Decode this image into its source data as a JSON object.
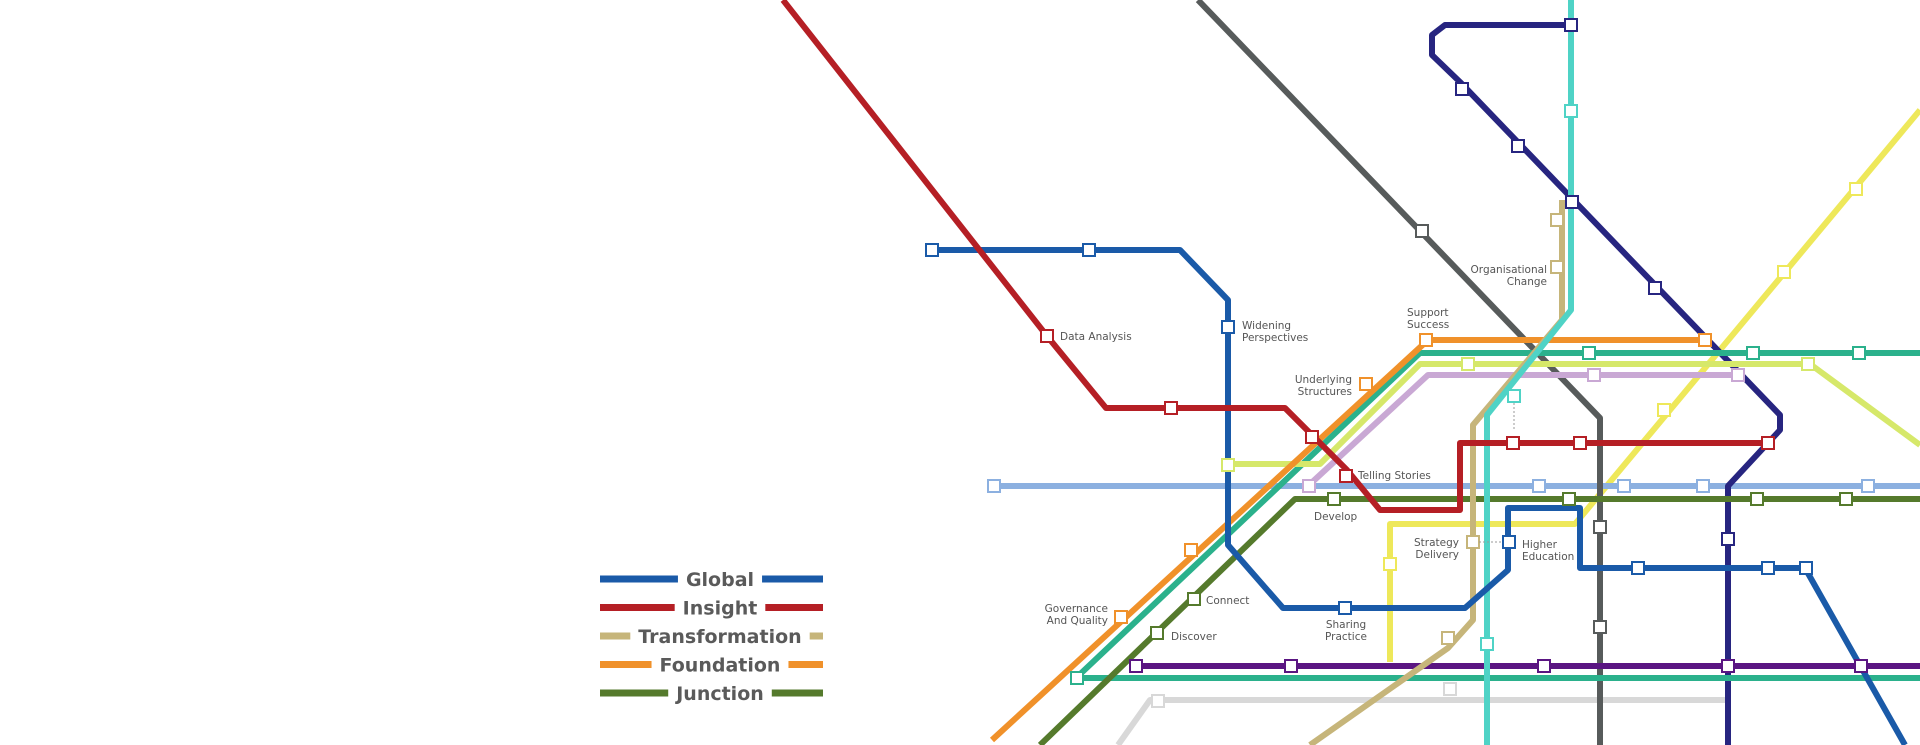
{
  "legend": [
    {
      "label": "Global",
      "color": "#1a5aa8"
    },
    {
      "label": "Insight",
      "color": "#b51f25"
    },
    {
      "label": "Transformation",
      "color": "#c6b57a"
    },
    {
      "label": "Foundation",
      "color": "#f0912a"
    },
    {
      "label": "Junction",
      "color": "#557a2c"
    }
  ],
  "lines": [
    {
      "name": "global",
      "color": "#1a5aa8"
    },
    {
      "name": "insight",
      "color": "#b51f25"
    },
    {
      "name": "transformation",
      "color": "#c6b57a"
    },
    {
      "name": "foundation",
      "color": "#f0912a"
    },
    {
      "name": "junction",
      "color": "#557a2c"
    },
    {
      "name": "grey",
      "color": "#575b5b"
    },
    {
      "name": "navy",
      "color": "#272580"
    },
    {
      "name": "turquoise",
      "color": "#4fd3c6"
    },
    {
      "name": "yellow",
      "color": "#eee85a"
    },
    {
      "name": "lime",
      "color": "#d6e86a"
    },
    {
      "name": "lilac",
      "color": "#c9a8d4"
    },
    {
      "name": "light-blue",
      "color": "#8cb0e0"
    },
    {
      "name": "teal",
      "color": "#2bb18c"
    },
    {
      "name": "purple",
      "color": "#5a1582"
    },
    {
      "name": "light-grey",
      "color": "#d8d8d8"
    }
  ],
  "stations": {
    "data_analysis": "Data Analysis",
    "widening_perspectives_1": "Widening",
    "widening_perspectives_2": "Perspectives",
    "support_success_1": "Support",
    "support_success_2": "Success",
    "organisational_change_1": "Organisational",
    "organisational_change_2": "Change",
    "underlying_structures_1": "Underlying",
    "underlying_structures_2": "Structures",
    "telling_stories": "Telling Stories",
    "develop": "Develop",
    "strategy_delivery_1": "Strategy",
    "strategy_delivery_2": "Delivery",
    "higher_education_1": "Higher",
    "higher_education_2": "Education",
    "governance_quality_1": "Governance",
    "governance_quality_2": "And Quality",
    "connect": "Connect",
    "discover": "Discover",
    "sharing_practice_1": "Sharing",
    "sharing_practice_2": "Practice"
  }
}
